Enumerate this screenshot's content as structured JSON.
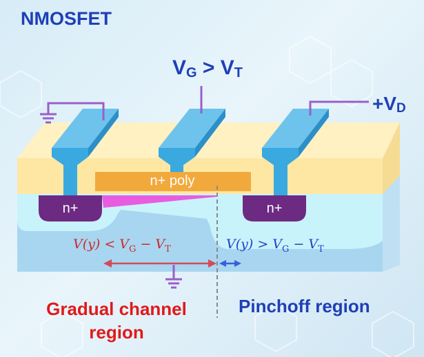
{
  "title": "NMOSFET",
  "gate_voltage": {
    "v": "V",
    "g": "G",
    "op": " > ",
    "v2": "V",
    "t": "T"
  },
  "drain_voltage": {
    "prefix": "+V",
    "d": "D"
  },
  "gate_label": "n+ poly",
  "source_label": "n+",
  "drain_label": "n+",
  "equation_left": {
    "lhs": "V(y) < V",
    "sub1": "G",
    "mid": " − V",
    "sub2": "T"
  },
  "equation_right": {
    "lhs": "V(y) > V",
    "sub1": "G",
    "mid": " − V",
    "sub2": "T"
  },
  "region_left": {
    "line1": "Gradual channel",
    "line2": "region"
  },
  "region_right": "Pinchoff region",
  "colors": {
    "title_blue": "#1f3fb6",
    "oxide": "#fdeaa8",
    "metal": "#3aa9df",
    "poly": "#f2a93b",
    "n_plus": "#6d2a82",
    "substrate": "#9fd0ee",
    "channel": "#e85de0",
    "red": "#e01a1a"
  }
}
